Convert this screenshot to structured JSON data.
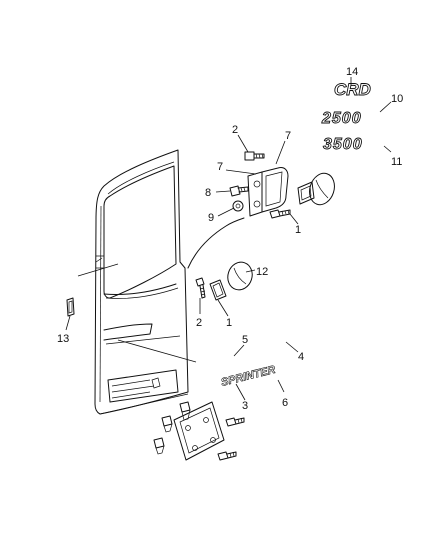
{
  "callouts": {
    "c1a": "1",
    "c1b": "1",
    "c2a": "2",
    "c2b": "2",
    "c3": "3",
    "c4": "4",
    "c5": "5",
    "c6": "6",
    "c7a": "7",
    "c7b": "7",
    "c8": "8",
    "c9": "9",
    "c10": "10",
    "c11": "11",
    "c12": "12",
    "c13": "13",
    "c14": "14"
  },
  "emblems": {
    "crd": "CRD",
    "e2500": "2500",
    "e3500": "3500",
    "sprinter": "SPRINTER"
  }
}
